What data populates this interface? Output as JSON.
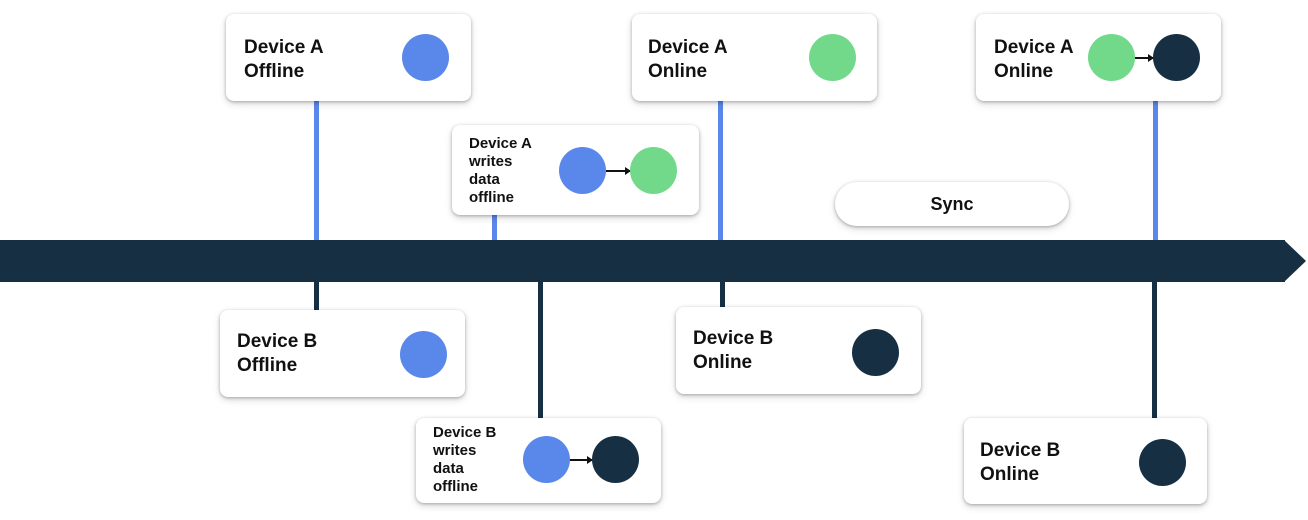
{
  "sync_label": "Sync",
  "events": [
    {
      "line1": "Device A",
      "line2": "Offline"
    },
    {
      "line1": "Device A",
      "line2": "writes",
      "line3": "data",
      "line4": "offline"
    },
    {
      "line1": "Device A",
      "line2": "Online"
    },
    {
      "line1": "Device A",
      "line2": "Online"
    },
    {
      "line1": "Device B",
      "line2": "Offline"
    },
    {
      "line1": "Device B",
      "line2": "writes",
      "line3": "data",
      "line4": "offline"
    },
    {
      "line1": "Device B",
      "line2": "Online"
    },
    {
      "line1": "Device B",
      "line2": "Online"
    }
  ],
  "colors": {
    "timeline": "#172f43",
    "offline_state": "#5a87ea",
    "device_a_state": "#72d88a",
    "device_b_state": "#172f43"
  }
}
